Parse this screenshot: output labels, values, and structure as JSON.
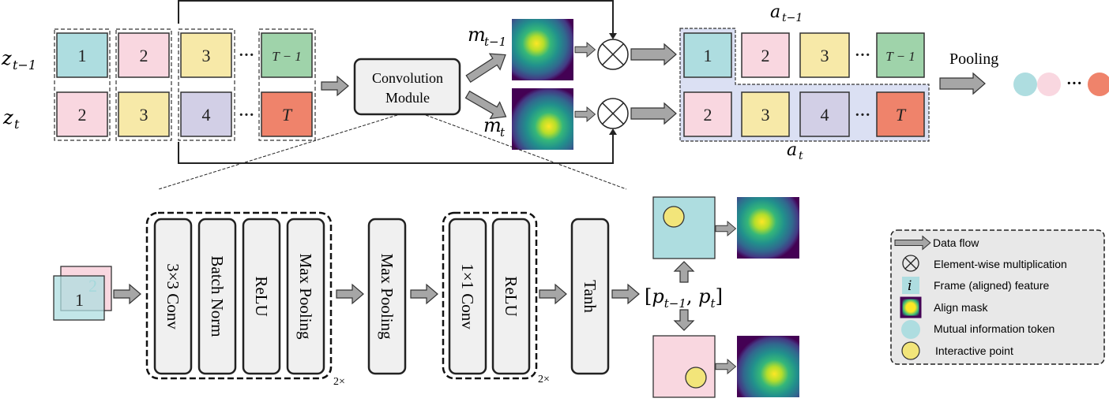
{
  "colors": {
    "teal": "#aedde0",
    "pink": "#f9d7e0",
    "yellow": "#f7e9a8",
    "lavender": "#d2cfe6",
    "green": "#9fd3aa",
    "salmon": "#ef836b",
    "module_fill": "#f0f0f0",
    "arrow_fill": "#a6a6a6",
    "aligned_bg": "#dbe0f3",
    "legend_bg": "#e8e8e8",
    "point": "#f2e57a"
  },
  "input": {
    "row_labels": [
      "z_{t-1}",
      "z_t"
    ],
    "row_label_main": [
      "z",
      "z"
    ],
    "row_label_sub": [
      "t−1",
      "t"
    ],
    "top_row": [
      "1",
      "2",
      "3",
      "T − 1"
    ],
    "bottom_row": [
      "2",
      "3",
      "4",
      "T"
    ],
    "ellipsis": "···"
  },
  "conv_module": {
    "line1": "Convolution",
    "line2": "Module"
  },
  "masks": {
    "top_main": "m",
    "top_sub": "t−1",
    "bottom_main": "m",
    "bottom_sub": "t"
  },
  "aligned": {
    "top_label_main": "a",
    "top_label_sub": "t−1",
    "bottom_label_main": "a",
    "bottom_label_sub": "t",
    "top_row": [
      "1",
      "2",
      "3",
      "T − 1"
    ],
    "bottom_row": [
      "2",
      "3",
      "4",
      "T"
    ],
    "ellipsis": "···"
  },
  "pooling": {
    "label": "Pooling",
    "ellipsis": "···"
  },
  "detail": {
    "input_front": "1",
    "input_back": "2",
    "block1": [
      "3×3 Conv",
      "Batch Norm",
      "ReLU",
      "Max Pooling"
    ],
    "block1_repeat": "2×",
    "max_pooling": "Max Pooling",
    "block2": [
      "1×1 Conv",
      "ReLU"
    ],
    "block2_repeat": "2×",
    "tanh": "Tanh",
    "points_label": "[p_{t-1}, p_t]"
  },
  "legend": {
    "items": [
      {
        "icon": "arrow-icon",
        "label": "Data flow"
      },
      {
        "icon": "multiply-icon",
        "label": "Element-wise multiplication"
      },
      {
        "icon": "frame-feature-icon",
        "glyph": "i",
        "label": "Frame (aligned) feature"
      },
      {
        "icon": "align-mask-icon",
        "label": "Align mask"
      },
      {
        "icon": "token-icon",
        "label": "Mutual information token"
      },
      {
        "icon": "interactive-point-icon",
        "label": "Interactive point"
      }
    ]
  }
}
